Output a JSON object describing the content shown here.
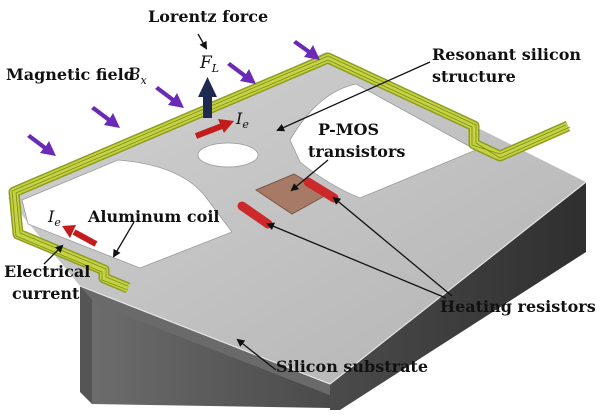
{
  "labels": {
    "lorentz_force": "Lorentz force",
    "force_symbol": "F",
    "force_sub": "L",
    "magnetic_field": "Magnetic field",
    "field_symbol": "B",
    "field_sub": "x",
    "resonant_line1": "Resonant silicon",
    "resonant_line2": "structure",
    "pmos_line1": "P-MOS",
    "pmos_line2": "transistors",
    "current_symbol": "I",
    "current_sub": "e",
    "aluminum_coil": "Aluminum coil",
    "electrical_line1": "Electrical",
    "electrical_line2": "current",
    "heating_resistors": "Heating resistors",
    "silicon_substrate": "Silicon substrate"
  },
  "colors": {
    "field_arrow": "#6a2ab6",
    "force_arrow": "#1e2a52",
    "current_arrow": "#c21c1c",
    "coil": "#b7c83a",
    "resistor": "#cc2a2a",
    "transistor_pad": "#a77a68",
    "substrate_top": "#c3c3c3",
    "substrate_front": "#5e5e5e",
    "substrate_side": "#3f3f3f"
  }
}
